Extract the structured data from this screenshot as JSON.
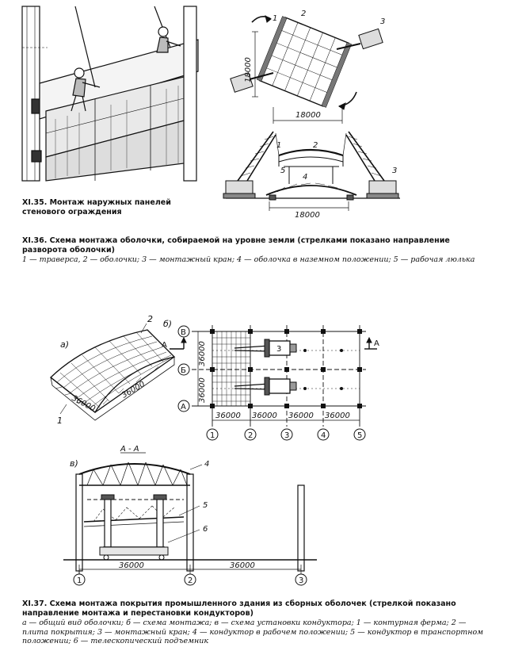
{
  "fig35": {
    "caption": "XI.35. Монтаж наружных панелей стенового ограждения"
  },
  "fig36": {
    "caption": "XI.36. Схема монтажа оболочки, собираемой на уровне земли (стрелками показано направление разворота оболочки)",
    "legend": "1 — траверса, 2 — оболочки; 3 — монтажный кран; 4 — оболочка в наземном положении; 5 — рабочая люлька",
    "labels": {
      "n1": "1",
      "n2": "2",
      "n3": "3",
      "n4": "4",
      "n5": "5",
      "dim_vert": "18000",
      "dim_horiz": "18000",
      "dim_bottom": "18000"
    }
  },
  "fig37": {
    "caption": "XI.37. Схема монтажа покрытия промышленного здания из сборных оболочек (стрелкой показано направление монтажа и перестановки кондукторов)",
    "legend": "а — общий вид оболочки; б — схема монтажа; в — схема установки кондуктора; 1 — контурная ферма; 2 — плита покрытия; 3 — монтажный кран; 4 — кондуктор в рабочем положении; 5 — кондуктор в транспортном положении; 6 — телескопический подъемник",
    "a": {
      "tag": "а)",
      "n1": "1",
      "n2": "2",
      "dim1": "36000",
      "dim2": "36000"
    },
    "b": {
      "tag": "б)",
      "row_labels": [
        "В",
        "Б",
        "А"
      ],
      "col_labels": [
        "1",
        "2",
        "3",
        "4",
        "5"
      ],
      "spans": [
        "36000",
        "36000",
        "36000",
        "36000"
      ],
      "vdim1": "36000",
      "vdim2": "36000",
      "crane": "3",
      "section_l": "А",
      "section_r": "А"
    },
    "c": {
      "tag": "в)",
      "section": "А - А",
      "n4": "4",
      "n5": "5",
      "n6": "6",
      "dims": [
        "36000",
        "36000"
      ],
      "axes": [
        "1",
        "2",
        "3"
      ]
    }
  }
}
